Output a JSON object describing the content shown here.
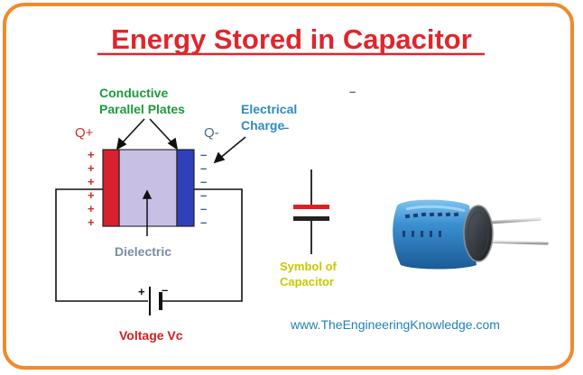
{
  "title": "Energy Stored in Capacitor",
  "labels": {
    "conductive_plates": [
      "Conductive",
      "Parallel Plates"
    ],
    "electrical_charge": [
      "Electrical",
      "Charge"
    ],
    "q_plus": "Q+",
    "q_minus": "Q-",
    "dielectric": "Dielectric",
    "symbol": [
      "Symbol of",
      "Capacitor"
    ],
    "voltage": "Voltage Vc",
    "battery_plus": "+",
    "battery_minus": "–",
    "plus_sign": "+",
    "minus_sign": "–",
    "website": "www.TheEngineeringKnowledge.com"
  },
  "colors": {
    "frame": "#f08a2c",
    "title": "#e0262c",
    "green_label": "#1a9a3c",
    "blue_label": "#2e8bc0",
    "q_plus": "#c8302e",
    "q_minus": "#4a6a8a",
    "plate_positive": "#d8202e",
    "plate_negative": "#3040b8",
    "dielectric_fill": "#c8c0e4",
    "dielectric_text": "#7a8caa",
    "symbol_text": "#c8c800",
    "voltage_text": "#d02020",
    "website_text": "#2080b8",
    "capacitor_body": "#3a90d0"
  }
}
